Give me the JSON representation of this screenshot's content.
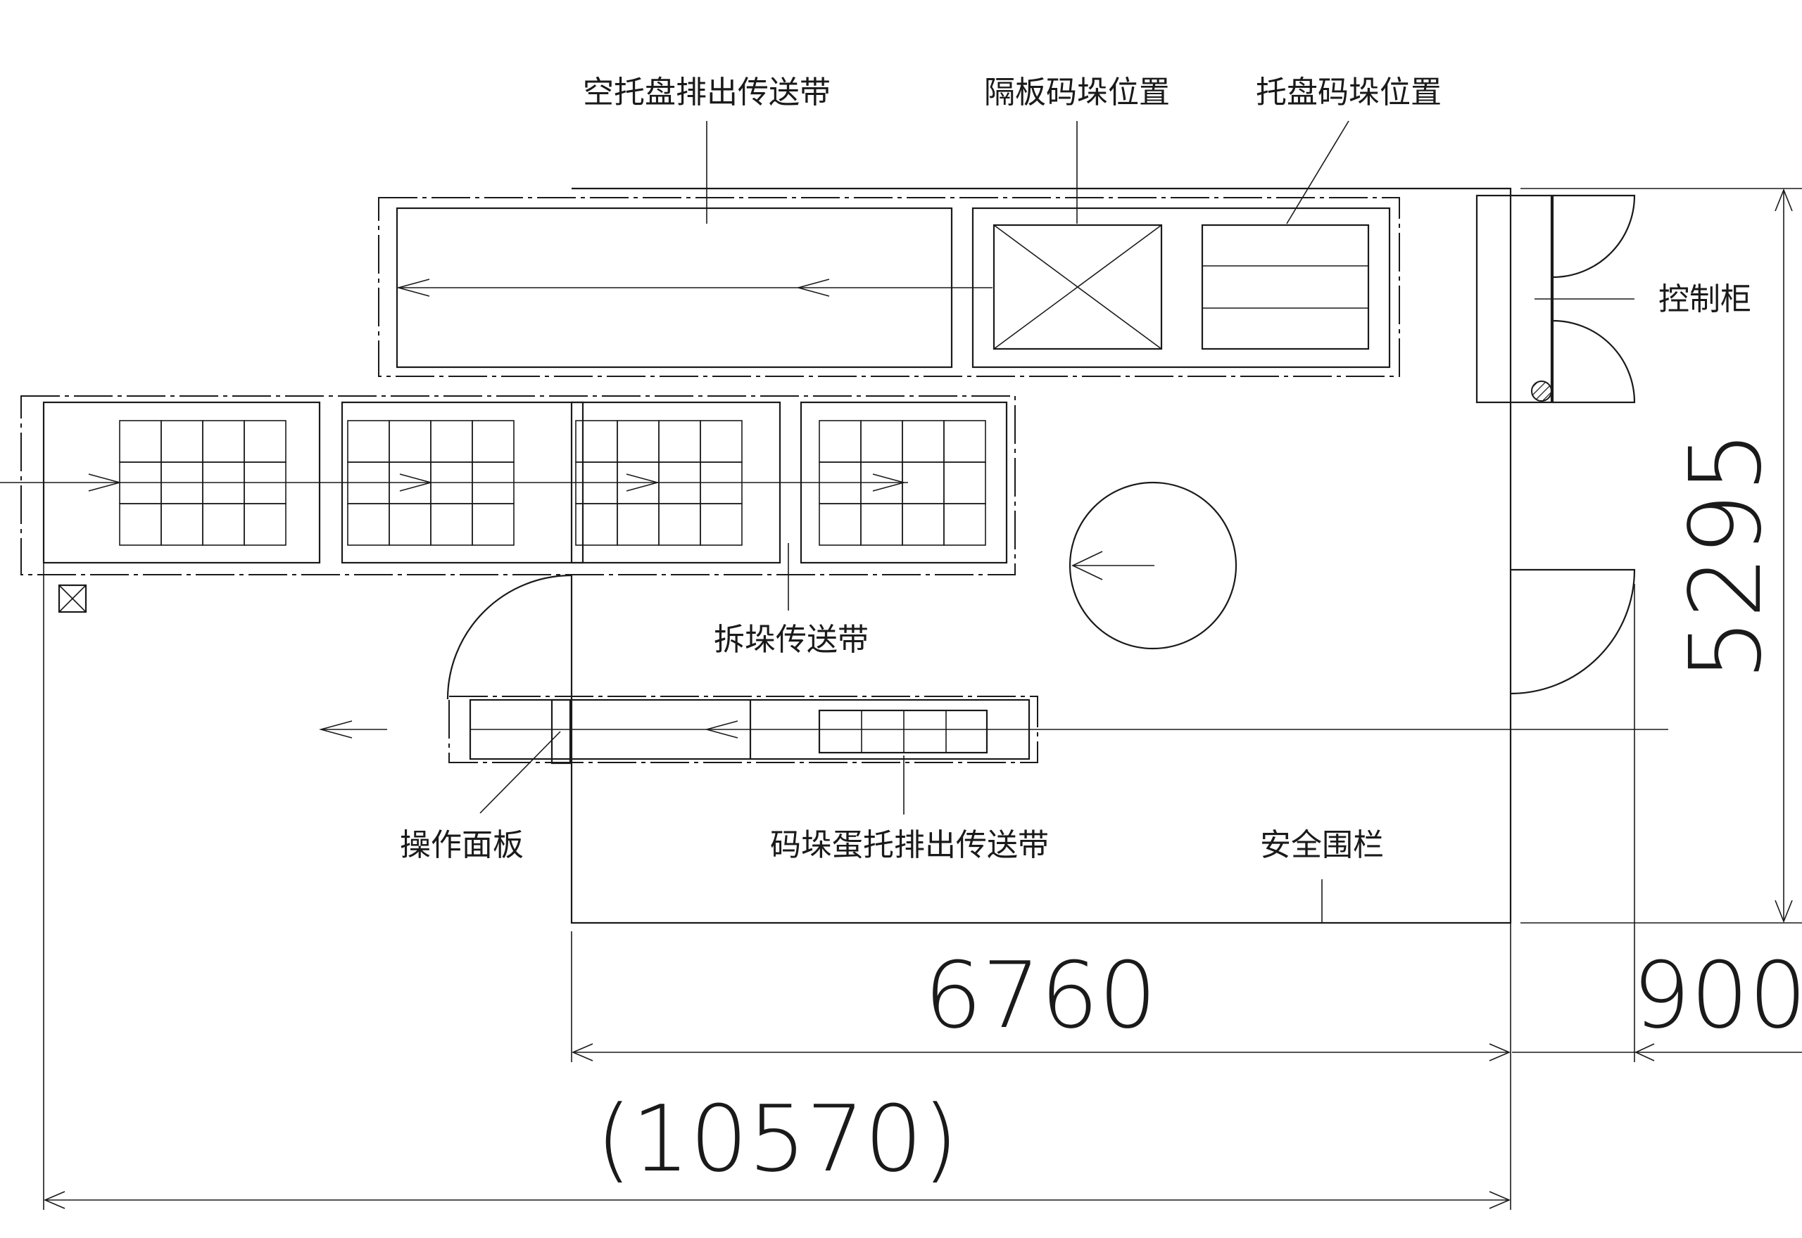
{
  "labels": {
    "empty_pallet_conveyor": "空托盘排出传送带",
    "separator_stack": "隔板码垛位置",
    "pallet_stack": "托盘码垛位置",
    "control_cabinet": "控制柜",
    "depalletizing_conveyor": "拆垛传送带",
    "operation_panel": "操作面板",
    "egg_tray_output_conveyor": "码垛蛋托排出传送带",
    "safety_fence": "安全围栏"
  },
  "dimensions": {
    "height": "5295",
    "fence_width": "6760",
    "door_width": "900",
    "total_length": "(10570)"
  }
}
